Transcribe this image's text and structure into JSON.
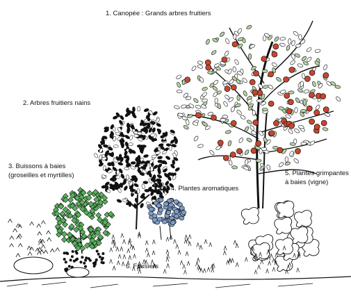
{
  "labels": {
    "canopy": "1. Canopée : Grands arbres fruitiers",
    "dwarf_trees": "2. Arbres fruitiers nains",
    "berry_bushes_line1": "3. Buissons à baies",
    "berry_bushes_line2": "(groseilles et myrtilles)",
    "aromatics": "4. Plantes aromatiques",
    "climbers_line1": "5. Plantes grimpantes",
    "climbers_line2": "à baies (vigne)",
    "strawberries": "6. Fraisiers"
  },
  "colors": {
    "ink": "#111111",
    "canopy_leaf_green": "#b5d3a5",
    "apple_red": "#c8462e",
    "bush_green": "#58b05c",
    "aromatic_blue": "#7f9ecb",
    "background": "#ffffff"
  }
}
